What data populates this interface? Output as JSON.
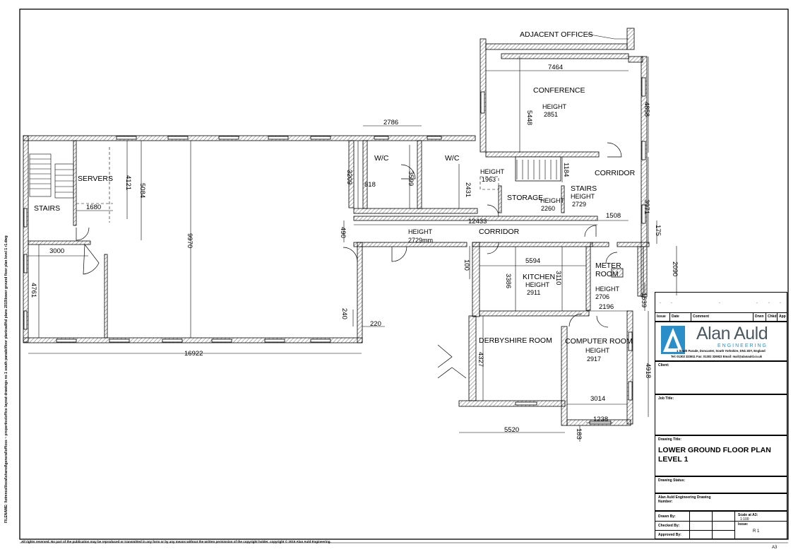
{
  "plan": {
    "rooms": {
      "servers": "SERVERS",
      "stairs_left": "STAIRS",
      "wc1": "W/C",
      "wc2": "W/C",
      "conference": "CONFERENCE",
      "conference_h_label": "HEIGHT",
      "conference_h": "2851",
      "corridor_top": "CORRIDOR",
      "stairs_right": "STAIRS",
      "stairs_h_label": "HEIGHT",
      "stairs_h": "2729",
      "storage": "STORAGE",
      "storage_h_label": "HEIGHT",
      "storage_h": "2260",
      "wc_h_label": "HEIGHT",
      "wc_h": "1963",
      "corridor_main": "CORRIDOR",
      "corridor_h_label": "HEIGHT",
      "corridor_h": "2729mm",
      "kitchen": "KITCHEN",
      "kitchen_h_label": "HEIGHT",
      "kitchen_h": "2911",
      "meter_room_1": "METER",
      "meter_room_2": "ROOM",
      "meter_h_label": "HEIGHT",
      "meter_h": "2706",
      "derbyshire": "DERBYSHIRE ROOM",
      "computer": "COMPUTER ROOM",
      "computer_h_label": "HEIGHT",
      "computer_h": "2917",
      "adjacent": "ADJACENT OFFICES"
    },
    "dims": {
      "d7464": "7464",
      "d5448": "5448",
      "d4858": "4858",
      "d2786": "2786",
      "d3209": "3209",
      "d3599": "3599",
      "d818": "818",
      "d2431": "2431",
      "d1184": "1184",
      "d4121": "4121",
      "d5084": "5084",
      "d1680": "1680",
      "d9970": "9970",
      "d3000": "3000",
      "d4761": "4761",
      "d16922": "16922",
      "d12433": "12433",
      "d1508": "1508",
      "d3971": "3971",
      "d175": "175",
      "d2090": "2090",
      "d490": "490",
      "d100": "100",
      "d5594": "5594",
      "d3386": "3386",
      "d3110": "3110",
      "d1639": "1639",
      "d2196": "2196",
      "d240": "240",
      "d220": "220",
      "d4327": "4327",
      "d5520": "5520",
      "d4918": "4918",
      "d3014": "3014",
      "d1238": "1238",
      "d183": "183"
    }
  },
  "title_block": {
    "rev_header": {
      "issue": "Issue",
      "date": "Date",
      "comment": "Comment",
      "drwn": "Drwn",
      "chkd": "Chkd",
      "app": "App"
    },
    "rev_marks": [
      ".",
      ".",
      ".",
      ".",
      ".",
      "."
    ],
    "company": "Alan Auld",
    "company_sub": "ENGINEERING",
    "address": "1 South Parade, Doncaster, South Yorkshire, DN1 2DY, England",
    "contact": "Tel: 01302 323611   Fax: 01302 326922   Email: mail@alanauld.co.uk",
    "client_label": "Client:",
    "job_title_label": "Job Title:",
    "drawing_title_label": "Drawing Title:",
    "drawing_title_1": "LOWER GROUND FLOOR PLAN",
    "drawing_title_2": "LEVEL 1",
    "drawing_status_label": "Drawing Status:",
    "drawing_number_label": "Alan Auld Engineering Drawing Number:",
    "drawn_by": "Drawn By:",
    "checked_by": "Checked By:",
    "approved_by": "Approved By:",
    "scale_label": "Scale at A3:",
    "scale": "1:100",
    "issue_label": "Issue:",
    "issue": "R 1"
  },
  "footer": "All rights reserved. No part of the publication may be reproduced or transmitted in any form or by any means without the written permission of the copyright holder. copyright © 2015 Alan Auld Engineering.",
  "sheet_size": "A3",
  "file_path": "\\\\otmnxsl\\local\\shared\\general\\offices ~ properties\\office layout drawings no 1 south parade\\floor plan\\cad\\ful plans 2015\\lower ground floor plan level 1 r1.dwg",
  "file_path_label": "FILENAME:"
}
